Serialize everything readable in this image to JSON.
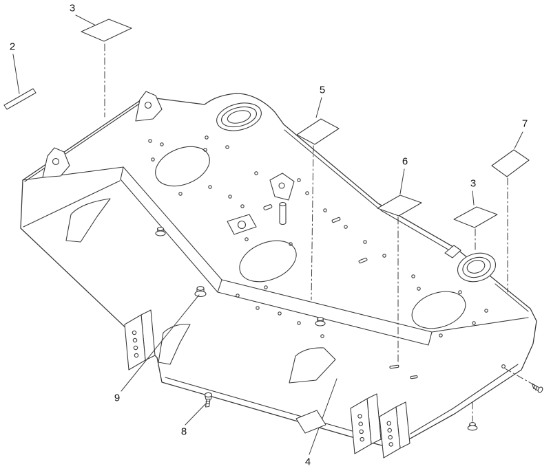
{
  "page": {
    "colors": {
      "background": "#ffffff",
      "line": "#3a3a3a",
      "text": "#111111"
    }
  },
  "diagram": {
    "callouts": [
      {
        "label": "3"
      },
      {
        "label": "2"
      },
      {
        "label": "5"
      },
      {
        "label": "7"
      },
      {
        "label": "6"
      },
      {
        "label": "3"
      },
      {
        "label": "9"
      },
      {
        "label": "8"
      },
      {
        "label": "4"
      }
    ]
  }
}
